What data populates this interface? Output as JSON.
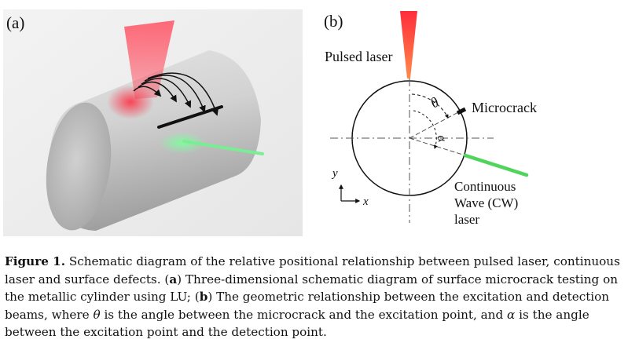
{
  "panel_a": {
    "label": "(a)"
  },
  "panel_b": {
    "label": "(b)",
    "pulsed_laser_label": "Pulsed laser",
    "microcrack_label": "Microcrack",
    "cw_label_line1": "Continuous",
    "cw_label_line2": "Wave (CW)",
    "cw_label_line3": "laser",
    "theta_symbol": "θ",
    "alpha_symbol": "α",
    "axis_y": "y",
    "axis_x": "x"
  },
  "caption": {
    "figure_label": "Figure 1.",
    "intro": " Schematic diagram of the relative positional relationship between pulsed laser, continuous laser and surface defects. (",
    "a_tag": "a",
    "a_text": ") Three-dimensional schematic diagram of surface microcrack testing on the metallic cylinder using LU; (",
    "b_tag": "b",
    "b_text": ") The geometric relationship between the excitation and detection beams, where ",
    "theta": "θ",
    "mid_text": " is the angle between the microcrack and the excitation point, and ",
    "alpha": "α",
    "end_text": " is the angle between the excitation point and the detection point."
  }
}
